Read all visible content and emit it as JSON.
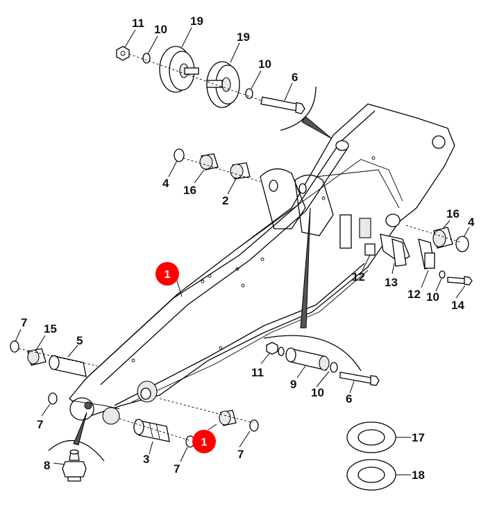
{
  "callouts": {
    "c11a": "11",
    "c10a": "10",
    "c19a": "19",
    "c19b": "19",
    "c10b": "10",
    "c6a": "6",
    "c4a": "4",
    "c16a": "16",
    "c2": "2",
    "c16b": "16",
    "c4b": "4",
    "c12a": "12",
    "c13": "13",
    "c12b": "12",
    "c10c": "10",
    "c14": "14",
    "c7a": "7",
    "c15": "15",
    "c5": "5",
    "c11b": "11",
    "c9": "9",
    "c10d": "10",
    "c6b": "6",
    "c7b": "7",
    "c8": "8",
    "c3": "3",
    "c7c": "7",
    "c7d": "7",
    "c17": "17",
    "c18": "18"
  },
  "badges": {
    "b1": "1",
    "b2": "1"
  },
  "colors": {
    "badge": "#ff0000",
    "line": "#000000"
  }
}
